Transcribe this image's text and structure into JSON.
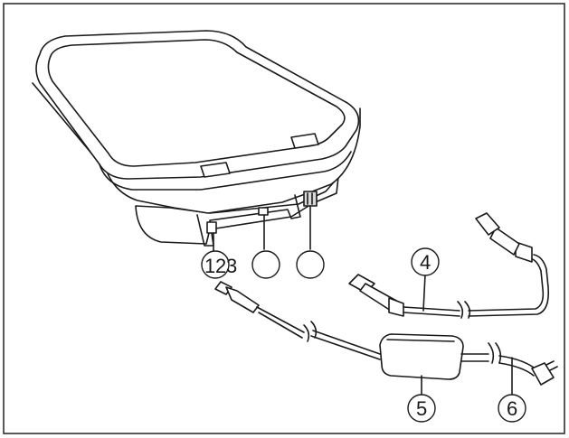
{
  "callouts": [
    {
      "id": "1",
      "label": "1"
    },
    {
      "id": "2",
      "label": "2"
    },
    {
      "id": "3",
      "label": "3"
    },
    {
      "id": "4",
      "label": "4"
    },
    {
      "id": "5",
      "label": "5"
    },
    {
      "id": "6",
      "label": "6"
    }
  ],
  "colors": {
    "outline": "#1a1a1a",
    "background": "#ffffff",
    "frame": "#222222",
    "shade": "#d9d9d9"
  }
}
